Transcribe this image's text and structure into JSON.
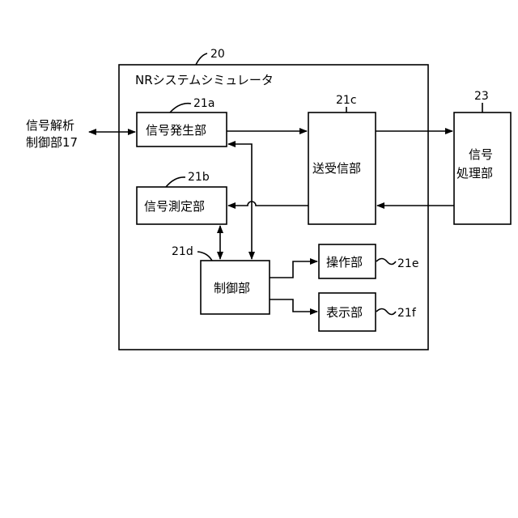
{
  "simulator": {
    "ref": "20",
    "title": "NRシステムシミュレータ"
  },
  "external_left": {
    "line1": "信号解析",
    "line2": "制御部17"
  },
  "blocks": {
    "signal_generator": {
      "ref": "21a",
      "label": "信号発生部"
    },
    "signal_measurement": {
      "ref": "21b",
      "label": "信号測定部"
    },
    "transceiver": {
      "ref": "21c",
      "label": "送受信部"
    },
    "controller": {
      "ref": "21d",
      "label": "制御部"
    },
    "operation": {
      "ref": "21e",
      "label": "操作部"
    },
    "display": {
      "ref": "21f",
      "label": "表示部"
    },
    "signal_processor": {
      "ref": "23",
      "line1": "信号",
      "line2": "処理部"
    }
  }
}
